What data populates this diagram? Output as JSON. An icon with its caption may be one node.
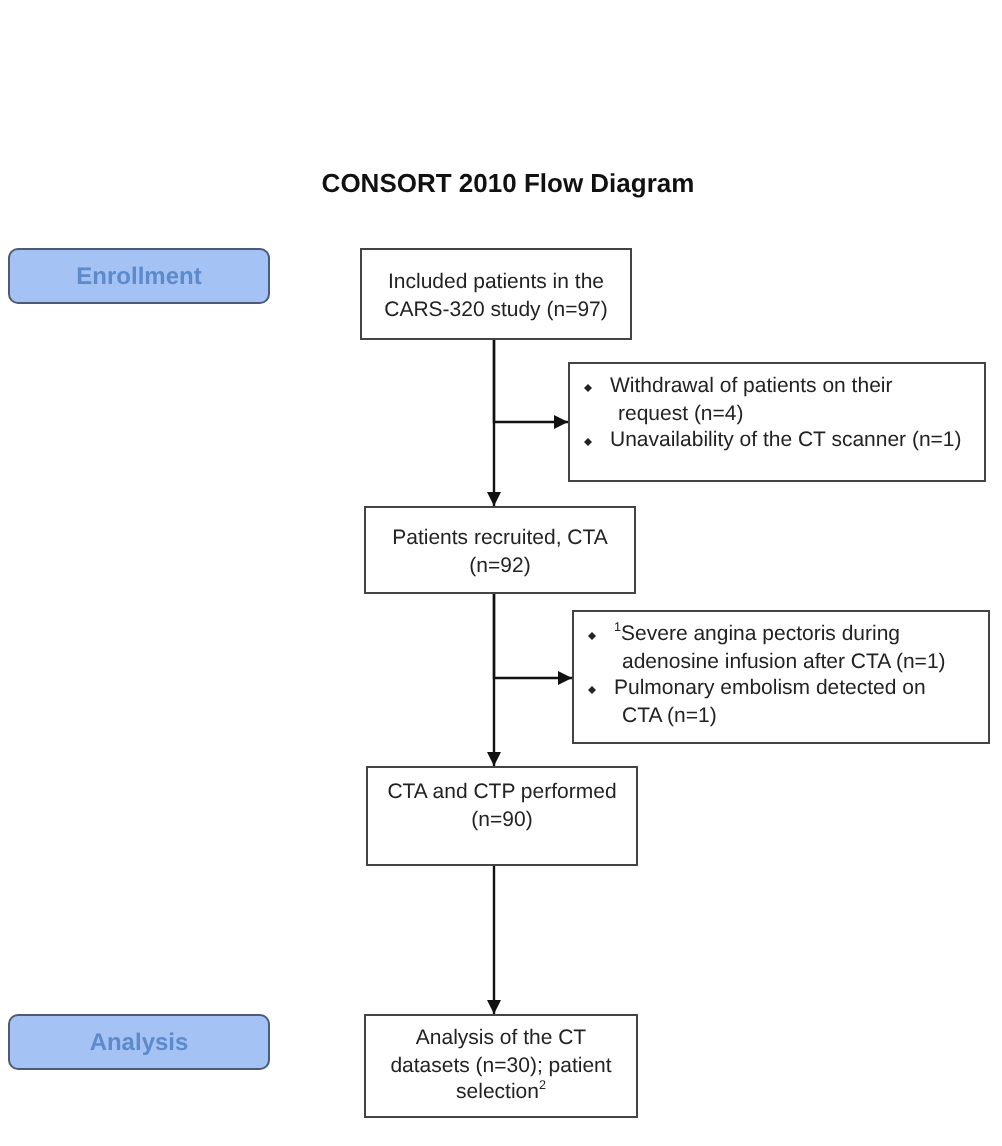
{
  "diagram": {
    "title": "CONSORT 2010 Flow Diagram",
    "nodes": [
      {
        "text": [
          "Enrollment"
        ]
      },
      {
        "text": [
          "Included patients in the CARS-320 study (n=97)"
        ]
      },
      {
        "text": [
          "Withdrawal of patients on their request (n=4)",
          "Unavailability of the CT scanner (n=1)"
        ]
      },
      {
        "text": [
          "Patients recruited, CTA (n=92)"
        ]
      },
      {
        "text": [
          "$^{1}$Severe angina pectoris during adenosine infusion after CTA (n=1)",
          "Pulmonary embolism detected on CTA (n=1)"
        ]
      },
      {
        "text": [
          "CTA and CTP performed (n=90)"
        ]
      },
      {
        "text": [
          "Analysis"
        ]
      },
      {
        "text": [
          "Analysis of the CT datasets (n=30); patient selection$^{2}$"
        ]
      }
    ],
    "edges": [
      {
        "from": 1,
        "to": 2,
        "arrow": "to"
      },
      {
        "from": 1,
        "to": 3,
        "arrow": "to"
      },
      {
        "from": 3,
        "to": 4,
        "arrow": "to"
      },
      {
        "from": 3,
        "to": 5,
        "arrow": "to"
      },
      {
        "from": 5,
        "to": 7,
        "arrow": "to"
      }
    ]
  }
}
